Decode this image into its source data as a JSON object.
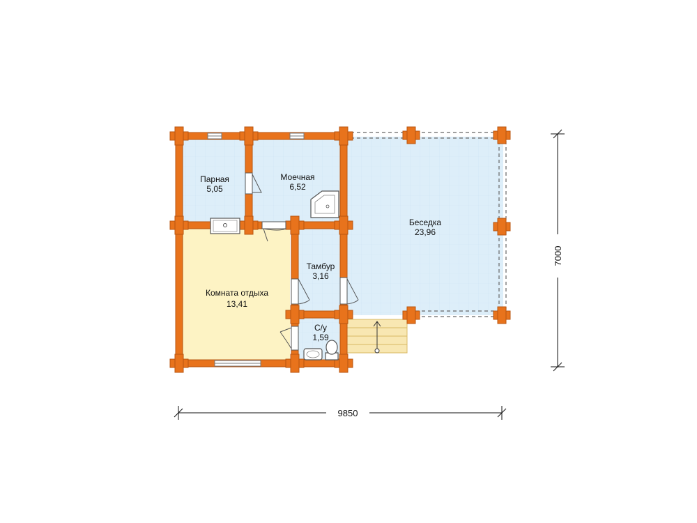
{
  "rooms": {
    "steam": {
      "name": "Парная",
      "area": "5,05"
    },
    "wash": {
      "name": "Моечная",
      "area": "6,52"
    },
    "gazebo": {
      "name": "Беседка",
      "area": "23,96"
    },
    "vestibule": {
      "name": "Тамбур",
      "area": "3,16"
    },
    "rest": {
      "name": "Комната отдыха",
      "area": "13,41"
    },
    "wc": {
      "name": "С/у",
      "area": "1,59"
    }
  },
  "dimensions": {
    "width": "9850",
    "height": "7000"
  },
  "colors": {
    "wall": "#e8731c",
    "wall_edge": "#b85510",
    "room_blue": "#ddeef9",
    "room_yellow": "#fdf3c4",
    "stairs": "#f8e7b2"
  }
}
